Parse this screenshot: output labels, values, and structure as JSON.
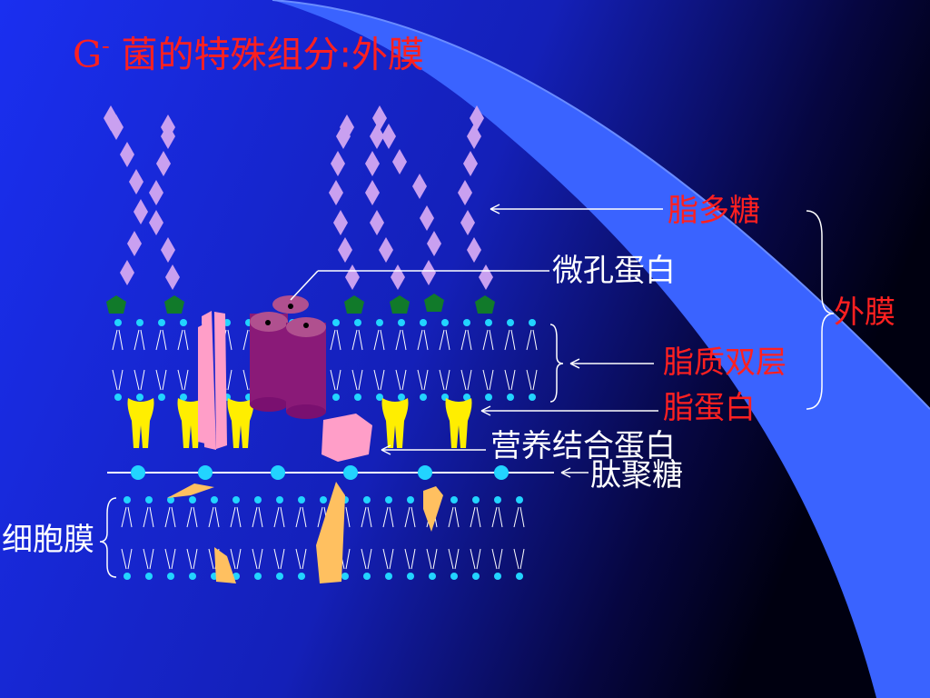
{
  "slide": {
    "title_letter": "G",
    "title_superscript": "-",
    "title_text": " 菌的特殊组分:外膜"
  },
  "labels": {
    "lps": "脂多糖",
    "porin": "微孔蛋白",
    "outer_membrane": "外膜",
    "lipid_bilayer": "脂质双层",
    "lipoprotein": "脂蛋白",
    "nutrient_binding_protein": "营养结合蛋白",
    "peptidoglycan": "肽聚糖",
    "cell_membrane": "细胞膜"
  },
  "colors": {
    "background_start": "#1a2ff0",
    "background_end": "#000000",
    "accent_curve": "#3a63ff",
    "title": "#ff2020",
    "label_red": "#ff2020",
    "label_white": "#ffffff",
    "lps_chain": "#c9a0f0",
    "lps_core": "#117a2a",
    "lipid_head": "#22d4ff",
    "porin": "#8a1a78",
    "lipoprotein": "#ffee00",
    "pink_protein": "#ff9ec8",
    "membrane_protein": "#ffc060"
  }
}
